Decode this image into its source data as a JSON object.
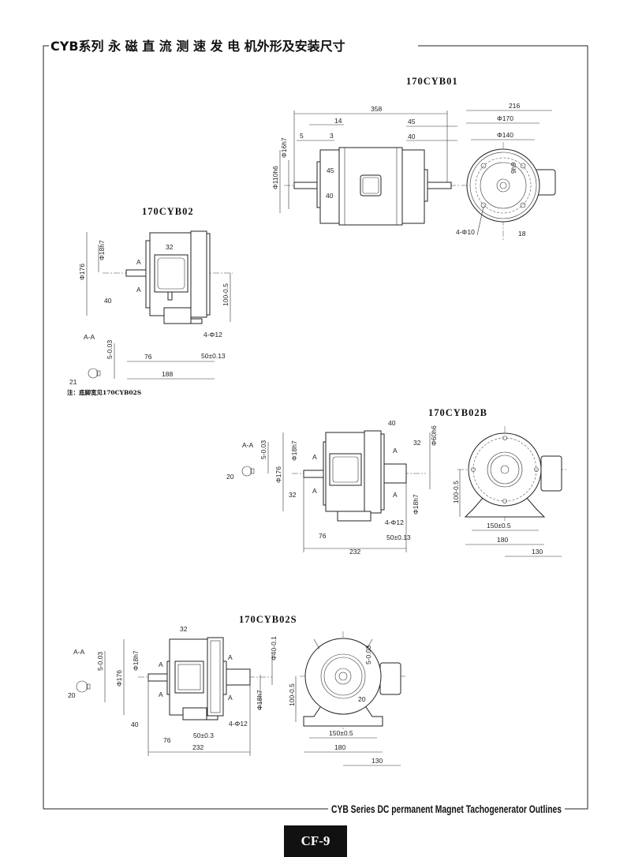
{
  "header": {
    "title": "CYB系列 永 磁 直 流 测 速 发 电 机外形及安装尺寸"
  },
  "footer": {
    "title": "CYB Series DC permanent Magnet Tachogenerator Outlines",
    "page": "CF-9"
  },
  "drawings": {
    "cyb01": {
      "title": "170CYB01",
      "dims": [
        "358",
        "14",
        "5",
        "3",
        "45",
        "40",
        "Φ16h7",
        "Φ110h6",
        "45",
        "40",
        "216",
        "Φ170",
        "Φ140",
        "9h9",
        "4-Φ10",
        "18"
      ]
    },
    "cyb02": {
      "title": "170CYB02",
      "dims": [
        "32",
        "Φ18h7",
        "Φ176",
        "A",
        "A",
        "40",
        "100-0.5",
        "4-Φ12",
        "76",
        "50±0.13",
        "188",
        "A-A",
        "5-0.03",
        "21"
      ],
      "note": "注：底脚宽见170CYB02S"
    },
    "cyb02b": {
      "title": "170CYB02B",
      "dims": [
        "40",
        "32",
        "Φ60h6",
        "Φ18h7",
        "Φ176",
        "Φ18h7",
        "32",
        "A",
        "A",
        "A",
        "A",
        "4-Φ12",
        "76",
        "50±0.13",
        "232",
        "A-A",
        "5-0.03",
        "20",
        "100-0.5",
        "150±0.5",
        "180",
        "130"
      ]
    },
    "cyb02s": {
      "title": "170CYB02S",
      "dims": [
        "32",
        "Φ18h7",
        "Φ176",
        "Φ40-0.1",
        "Φ18h7",
        "A",
        "A",
        "A",
        "A",
        "40",
        "76",
        "50±0.3",
        "232",
        "4-Φ12",
        "A-A",
        "5-0.03",
        "20",
        "5-0.03",
        "20",
        "100-0.5",
        "150±0.5",
        "180",
        "130"
      ]
    }
  }
}
